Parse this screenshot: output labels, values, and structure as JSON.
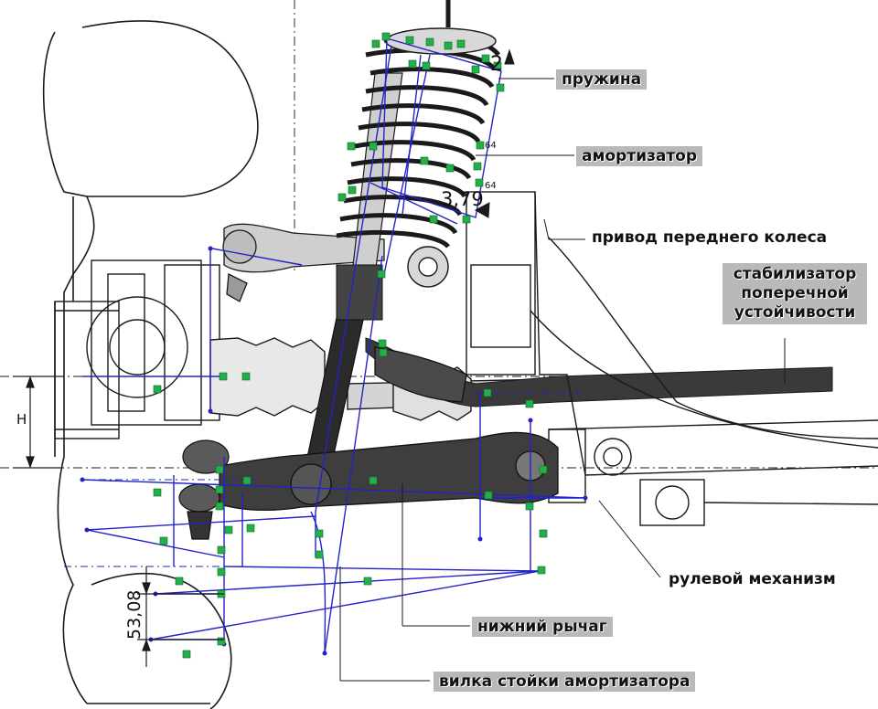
{
  "labels": {
    "spring": "пружина",
    "shock_absorber": "амортизатор",
    "front_wheel_drive": "привод переднего колеса",
    "stabilizer_line1": "стабилизатор",
    "stabilizer_line2": "поперечной",
    "stabilizer_line3": "устойчивости",
    "steering_gear": "рулевой механизм",
    "lower_arm": "нижний рычаг",
    "strut_fork": "вилка стойки амортизатора"
  },
  "dimensions": {
    "height_symbol": "H",
    "vertical_offset": "53,08",
    "angle_mark_top": "2",
    "angle_mark_mid": "3,79",
    "ref_64_a": "64",
    "ref_64_b": "64"
  },
  "colors": {
    "linework": "#1a1a1a",
    "construction": "#2323c8",
    "marker": "#23b04a",
    "label_box": "#b9b9b9"
  }
}
